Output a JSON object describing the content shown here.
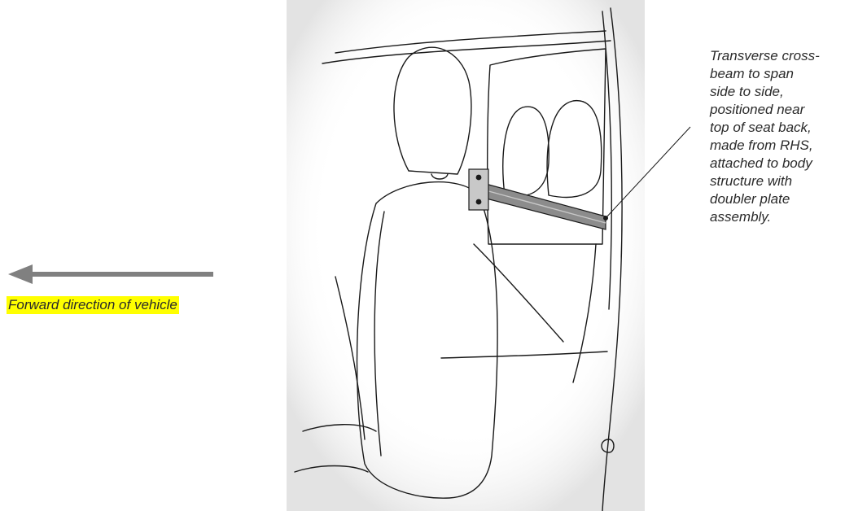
{
  "forward_direction": {
    "caption": "Forward direction of vehicle",
    "arrow_color": "#808080",
    "highlight_color": "#ffff00"
  },
  "callout": {
    "text": "Transverse cross-\nbeam to span\nside to side,\npositioned near\ntop of seat back,\nmade from RHS,\nattached to body\nstructure with\ndoubler plate\nassembly."
  },
  "illustration": {
    "subject": "vehicle front seat with transverse cross-beam and doubler plate",
    "beam_color": "#8c8c8c",
    "line_color": "#1a1a1a"
  }
}
